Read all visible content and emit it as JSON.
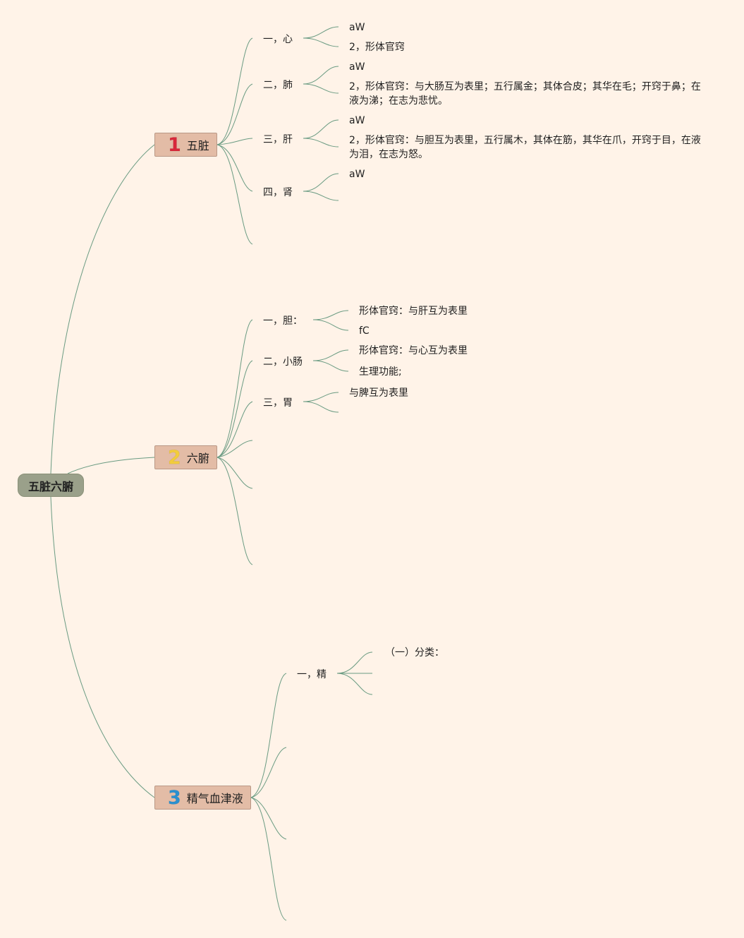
{
  "root": {
    "label": "五脏六腑"
  },
  "topics": [
    {
      "num": "1",
      "label": "五脏",
      "subs": [
        {
          "label": "一，心",
          "leaves": [
            "aW",
            "2，形体官窍"
          ]
        },
        {
          "label": "二，肺",
          "leaves": [
            "aW",
            "2，形体官窍：与大肠互为表里；五行属金；其体合皮；其华在毛；开窍于鼻；在液为涕；在志为悲忧。"
          ]
        },
        {
          "label": "三，肝",
          "leaves": [
            "aW",
            "2，形体官窍：与胆互为表里，五行属木，其体在筋，其华在爪，开窍于目，在液为泪，在志为怒。"
          ]
        },
        {
          "label": "四，肾",
          "leaves": [
            "aW"
          ]
        }
      ]
    },
    {
      "num": "2",
      "label": "六腑",
      "subs": [
        {
          "label": "一，胆：",
          "leaves": [
            "形体官窍：与肝互为表里",
            "fC"
          ]
        },
        {
          "label": "二，小肠",
          "leaves": [
            "形体官窍：与心互为表里",
            "生理功能;"
          ]
        },
        {
          "label": "三，胃",
          "leaves": [
            "与脾互为表里"
          ]
        }
      ]
    },
    {
      "num": "3",
      "label": "精气血津液",
      "subs": [
        {
          "label": "一，精",
          "leaves": [
            "（一）分类："
          ]
        }
      ]
    }
  ]
}
